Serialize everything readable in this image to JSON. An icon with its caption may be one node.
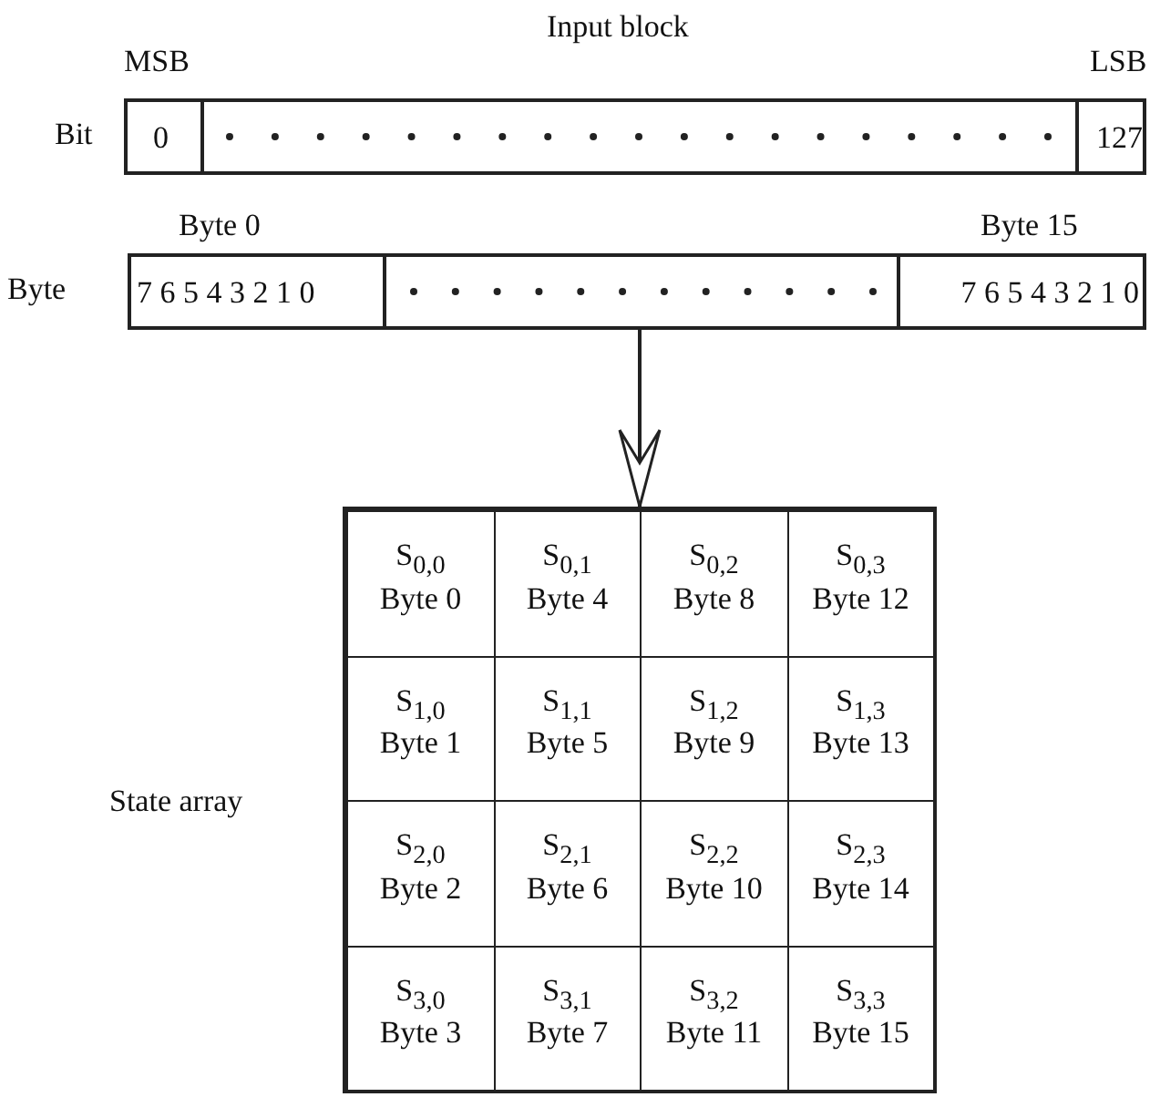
{
  "diagram": {
    "title": "Input block",
    "nodes": [
      {
        "text": [
          "0",
          "127"
        ],
        "beside": [
          "MSB",
          "LSB",
          "Bit"
        ]
      },
      {
        "text": [
          "7 6 5 4 3 2 1 0",
          "7 6 5 4 3 2 1 0"
        ],
        "beside": [
          "Byte 0",
          "Byte 15",
          "Byte"
        ]
      },
      {
        "text": [],
        "shape": "box",
        "beside": [
          "State array"
        ]
      },
      {
        "text": [
          "S$_{0,0}$",
          "Byte 0"
        ],
        "in": 2
      },
      {
        "text": [
          "S$_{0,1}$",
          "Byte 4"
        ],
        "in": 2
      },
      {
        "text": [
          "S$_{0,2}$",
          "Byte 8"
        ],
        "in": 2
      },
      {
        "text": [
          "S$_{0,3}$",
          "Byte 12"
        ],
        "in": 2
      },
      {
        "text": [
          "S$_{1,0}$",
          "Byte 1"
        ],
        "in": 2
      },
      {
        "text": [
          "S$_{1,1}$",
          "Byte 5"
        ],
        "in": 2
      },
      {
        "text": [
          "S$_{1,2}$",
          "Byte 9"
        ],
        "in": 2
      },
      {
        "text": [
          "S$_{1,3}$",
          "Byte 13"
        ],
        "in": 2
      },
      {
        "text": [
          "S$_{2,0}$",
          "Byte 2"
        ],
        "in": 2
      },
      {
        "text": [
          "S$_{2,1}$",
          "Byte 6"
        ],
        "in": 2
      },
      {
        "text": [
          "S$_{2,2}$",
          "Byte 10"
        ],
        "in": 2
      },
      {
        "text": [
          "S$_{2,3}$",
          "Byte 14"
        ],
        "in": 2
      },
      {
        "text": [
          "S$_{3,0}$",
          "Byte 3"
        ],
        "in": 2
      },
      {
        "text": [
          "S$_{3,1}$",
          "Byte 7"
        ],
        "in": 2
      },
      {
        "text": [
          "S$_{3,2}$",
          "Byte 11"
        ],
        "in": 2
      },
      {
        "text": [
          "S$_{3,3}$",
          "Byte 15"
        ],
        "in": 2
      }
    ],
    "edges": [
      {
        "from": 1,
        "to": 2,
        "arrow": "to"
      }
    ]
  }
}
